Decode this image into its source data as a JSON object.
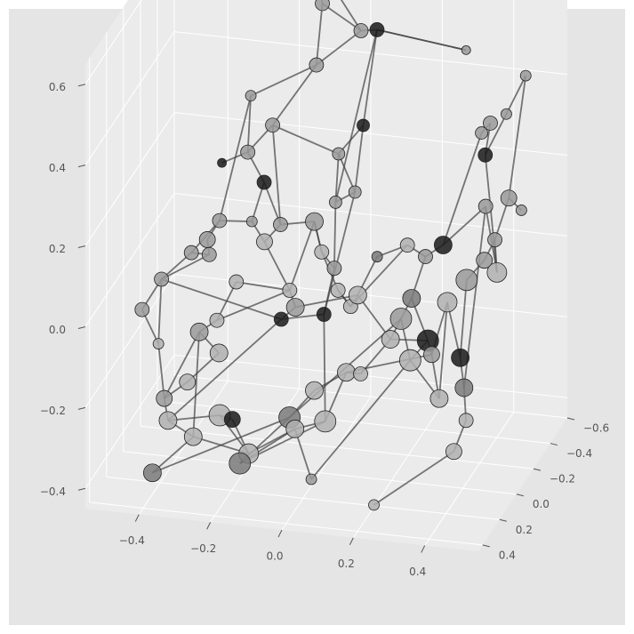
{
  "chart_data": {
    "type": "scatter",
    "projection": "3d",
    "style": "ggplot",
    "title": "",
    "xlabel": "",
    "ylabel": "",
    "zlabel": "",
    "xlim": [
      -0.55,
      0.55
    ],
    "ylim": [
      -0.6,
      0.45
    ],
    "zlim": [
      -0.45,
      0.65
    ],
    "grid": true,
    "x_ticks": [
      "−0.4",
      "−0.2",
      "0.0",
      "0.2",
      "0.4"
    ],
    "y_ticks": [
      "−0.6",
      "−0.4",
      "−0.2",
      "0.0",
      "0.2",
      "0.4"
    ],
    "z_ticks": [
      "−0.4",
      "−0.2",
      "0.0",
      "0.2",
      "0.4",
      "0.6"
    ],
    "colors": {
      "background": "#e5e5e5",
      "pane": "#ebebeb",
      "grid": "#ffffff",
      "tick": "#555555",
      "edge": "#404040"
    },
    "node_shades": [
      "#1a1a1a",
      "#555555",
      "#7a7a7a",
      "#9a9a9a",
      "#b0b0b0"
    ],
    "nodes": [
      {
        "x": -0.18,
        "y": -0.5,
        "z": 0.64,
        "shade": 3,
        "size": 8
      },
      {
        "x": -0.14,
        "y": -0.52,
        "z": 0.66,
        "shade": 3,
        "size": 9
      },
      {
        "x": -0.12,
        "y": -0.51,
        "z": 0.63,
        "shade": 3,
        "size": 7
      },
      {
        "x": -0.1,
        "y": -0.45,
        "z": 0.56,
        "shade": 3,
        "size": 8
      },
      {
        "x": 0.02,
        "y": -0.4,
        "z": 0.52,
        "shade": 3,
        "size": 8
      },
      {
        "x": 0.06,
        "y": -0.42,
        "z": 0.52,
        "shade": 0,
        "size": 8
      },
      {
        "x": 0.3,
        "y": -0.46,
        "z": 0.48,
        "shade": 3,
        "size": 5
      },
      {
        "x": -0.1,
        "y": -0.38,
        "z": 0.43,
        "shade": 3,
        "size": 8
      },
      {
        "x": 0.05,
        "y": -0.3,
        "z": 0.32,
        "shade": 0,
        "size": 7
      },
      {
        "x": -0.26,
        "y": -0.28,
        "z": 0.37,
        "shade": 3,
        "size": 6
      },
      {
        "x": -0.18,
        "y": -0.2,
        "z": 0.33,
        "shade": 3,
        "size": 8
      },
      {
        "x": 0.0,
        "y": -0.22,
        "z": 0.27,
        "shade": 3,
        "size": 7
      },
      {
        "x": -0.31,
        "y": -0.15,
        "z": 0.24,
        "shade": 0,
        "size": 5
      },
      {
        "x": -0.24,
        "y": -0.16,
        "z": 0.27,
        "shade": 3,
        "size": 8
      },
      {
        "x": -0.18,
        "y": -0.1,
        "z": 0.22,
        "shade": 0,
        "size": 8
      },
      {
        "x": 0.02,
        "y": -0.1,
        "z": 0.19,
        "shade": 3,
        "size": 7
      },
      {
        "x": 0.06,
        "y": -0.16,
        "z": 0.2,
        "shade": 3,
        "size": 7
      },
      {
        "x": -0.12,
        "y": -0.04,
        "z": 0.14,
        "shade": 3,
        "size": 8
      },
      {
        "x": -0.03,
        "y": -0.06,
        "z": 0.15,
        "shade": 3,
        "size": 10
      },
      {
        "x": -0.3,
        "y": -0.08,
        "z": 0.12,
        "shade": 3,
        "size": 8
      },
      {
        "x": -0.32,
        "y": -0.02,
        "z": 0.09,
        "shade": 3,
        "size": 9
      },
      {
        "x": -0.31,
        "y": 0.0,
        "z": 0.06,
        "shade": 3,
        "size": 8
      },
      {
        "x": -0.2,
        "y": -0.04,
        "z": 0.14,
        "shade": 3,
        "size": 6
      },
      {
        "x": -0.16,
        "y": -0.02,
        "z": 0.1,
        "shade": 4,
        "size": 9
      },
      {
        "x": 0.0,
        "y": -0.02,
        "z": 0.09,
        "shade": 4,
        "size": 8
      },
      {
        "x": 0.04,
        "y": 0.0,
        "z": 0.06,
        "shade": 3,
        "size": 8
      },
      {
        "x": -0.08,
        "y": 0.02,
        "z": 0.0,
        "shade": 4,
        "size": 8
      },
      {
        "x": -0.22,
        "y": 0.06,
        "z": 0.02,
        "shade": 4,
        "size": 8
      },
      {
        "x": -0.05,
        "y": 0.08,
        "z": -0.02,
        "shade": 3,
        "size": 10
      },
      {
        "x": 0.06,
        "y": 0.04,
        "z": 0.02,
        "shade": 4,
        "size": 8
      },
      {
        "x": 0.03,
        "y": 0.08,
        "z": -0.03,
        "shade": 0,
        "size": 8
      },
      {
        "x": 0.1,
        "y": 0.06,
        "z": -0.01,
        "shade": 4,
        "size": 8
      },
      {
        "x": -0.36,
        "y": 0.0,
        "z": 0.06,
        "shade": 3,
        "size": 8
      },
      {
        "x": -0.08,
        "y": 0.12,
        "z": -0.04,
        "shade": 0,
        "size": 8
      },
      {
        "x": -0.26,
        "y": 0.12,
        "z": -0.06,
        "shade": 4,
        "size": 8
      },
      {
        "x": -0.42,
        "y": 0.1,
        "z": 0.02,
        "shade": 3,
        "size": 8
      },
      {
        "x": -0.3,
        "y": 0.16,
        "z": -0.08,
        "shade": 3,
        "size": 10
      },
      {
        "x": -0.24,
        "y": 0.18,
        "z": -0.12,
        "shade": 4,
        "size": 10
      },
      {
        "x": -0.46,
        "y": 0.16,
        "z": -0.04,
        "shade": 3,
        "size": 8
      },
      {
        "x": -0.4,
        "y": 0.22,
        "z": -0.1,
        "shade": 4,
        "size": 6
      },
      {
        "x": -0.3,
        "y": 0.3,
        "z": -0.16,
        "shade": 4,
        "size": 9
      },
      {
        "x": -0.36,
        "y": 0.32,
        "z": -0.2,
        "shade": 3,
        "size": 9
      },
      {
        "x": -0.34,
        "y": 0.36,
        "z": -0.24,
        "shade": 4,
        "size": 10
      },
      {
        "x": -0.2,
        "y": 0.34,
        "z": -0.22,
        "shade": 4,
        "size": 12
      },
      {
        "x": -0.26,
        "y": 0.4,
        "z": -0.26,
        "shade": 4,
        "size": 10
      },
      {
        "x": -0.16,
        "y": 0.36,
        "z": -0.22,
        "shade": 0,
        "size": 9
      },
      {
        "x": -0.1,
        "y": 0.42,
        "z": -0.28,
        "shade": 4,
        "size": 11
      },
      {
        "x": -0.12,
        "y": 0.44,
        "z": -0.3,
        "shade": 2,
        "size": 12
      },
      {
        "x": -0.36,
        "y": 0.46,
        "z": -0.34,
        "shade": 2,
        "size": 10
      },
      {
        "x": 0.0,
        "y": 0.36,
        "z": -0.2,
        "shade": 2,
        "size": 12
      },
      {
        "x": 0.02,
        "y": 0.38,
        "z": -0.22,
        "shade": 4,
        "size": 10
      },
      {
        "x": 0.06,
        "y": 0.32,
        "z": -0.14,
        "shade": 4,
        "size": 10
      },
      {
        "x": 0.1,
        "y": 0.36,
        "z": -0.2,
        "shade": 4,
        "size": 12
      },
      {
        "x": 0.14,
        "y": 0.28,
        "z": -0.1,
        "shade": 4,
        "size": 10
      },
      {
        "x": 0.18,
        "y": 0.28,
        "z": -0.1,
        "shade": 4,
        "size": 8
      },
      {
        "x": 0.24,
        "y": 0.18,
        "z": -0.04,
        "shade": 4,
        "size": 10
      },
      {
        "x": 0.26,
        "y": 0.14,
        "z": 0.0,
        "shade": 3,
        "size": 12
      },
      {
        "x": 0.28,
        "y": 0.1,
        "z": 0.04,
        "shade": 2,
        "size": 10
      },
      {
        "x": 0.3,
        "y": 0.2,
        "z": -0.08,
        "shade": 4,
        "size": 12
      },
      {
        "x": 0.34,
        "y": 0.16,
        "z": -0.04,
        "shade": 0,
        "size": 12
      },
      {
        "x": 0.36,
        "y": 0.2,
        "z": -0.06,
        "shade": 3,
        "size": 9
      },
      {
        "x": 0.4,
        "y": 0.28,
        "z": -0.14,
        "shade": 4,
        "size": 10
      },
      {
        "x": 0.38,
        "y": 0.1,
        "z": 0.04,
        "shade": 4,
        "size": 11
      },
      {
        "x": 0.44,
        "y": 0.2,
        "z": -0.06,
        "shade": 0,
        "size": 10
      },
      {
        "x": 0.46,
        "y": 0.24,
        "z": -0.12,
        "shade": 2,
        "size": 10
      },
      {
        "x": 0.48,
        "y": 0.3,
        "z": -0.18,
        "shade": 4,
        "size": 8
      },
      {
        "x": 0.46,
        "y": 0.36,
        "z": -0.24,
        "shade": 4,
        "size": 9
      },
      {
        "x": 0.26,
        "y": 0.46,
        "z": -0.36,
        "shade": 4,
        "size": 6
      },
      {
        "x": 0.42,
        "y": 0.04,
        "z": 0.08,
        "shade": 3,
        "size": 12
      },
      {
        "x": 0.46,
        "y": 0.0,
        "z": 0.12,
        "shade": 3,
        "size": 9
      },
      {
        "x": 0.48,
        "y": -0.04,
        "z": 0.16,
        "shade": 3,
        "size": 8
      },
      {
        "x": 0.5,
        "y": 0.02,
        "z": 0.1,
        "shade": 4,
        "size": 11
      },
      {
        "x": 0.44,
        "y": -0.1,
        "z": 0.22,
        "shade": 3,
        "size": 8
      },
      {
        "x": 0.34,
        "y": -0.02,
        "z": 0.14,
        "shade": 0,
        "size": 10
      },
      {
        "x": 0.3,
        "y": 0.02,
        "z": 0.12,
        "shade": 3,
        "size": 8
      },
      {
        "x": 0.24,
        "y": -0.02,
        "z": 0.13,
        "shade": 4,
        "size": 8
      },
      {
        "x": 0.16,
        "y": 0.0,
        "z": 0.1,
        "shade": 2,
        "size": 6
      },
      {
        "x": 0.12,
        "y": 0.06,
        "z": 0.02,
        "shade": 4,
        "size": 10
      },
      {
        "x": 0.4,
        "y": -0.22,
        "z": 0.36,
        "shade": 3,
        "size": 7
      },
      {
        "x": 0.42,
        "y": -0.24,
        "z": 0.38,
        "shade": 3,
        "size": 8
      },
      {
        "x": 0.42,
        "y": -0.18,
        "z": 0.32,
        "shade": 0,
        "size": 8
      },
      {
        "x": 0.46,
        "y": -0.26,
        "z": 0.4,
        "shade": 3,
        "size": 6
      },
      {
        "x": 0.5,
        "y": -0.32,
        "z": 0.48,
        "shade": 3,
        "size": 6
      },
      {
        "x": 0.5,
        "y": -0.12,
        "z": 0.24,
        "shade": 3,
        "size": 9
      },
      {
        "x": 0.54,
        "y": -0.1,
        "z": 0.22,
        "shade": 3,
        "size": 6
      },
      {
        "x": 0.08,
        "y": 0.44,
        "z": -0.32,
        "shade": 3,
        "size": 6
      }
    ],
    "edges": [
      [
        0,
        1
      ],
      [
        1,
        2
      ],
      [
        1,
        3
      ],
      [
        2,
        4
      ],
      [
        3,
        4
      ],
      [
        4,
        5
      ],
      [
        5,
        6
      ],
      [
        3,
        7
      ],
      [
        4,
        7
      ],
      [
        5,
        8
      ],
      [
        7,
        9
      ],
      [
        7,
        10
      ],
      [
        8,
        11
      ],
      [
        8,
        16
      ],
      [
        9,
        13
      ],
      [
        10,
        11
      ],
      [
        10,
        13
      ],
      [
        12,
        13
      ],
      [
        13,
        14
      ],
      [
        14,
        17
      ],
      [
        11,
        15
      ],
      [
        11,
        16
      ],
      [
        15,
        16
      ],
      [
        14,
        22
      ],
      [
        17,
        18
      ],
      [
        17,
        23
      ],
      [
        18,
        24
      ],
      [
        19,
        20
      ],
      [
        20,
        21
      ],
      [
        21,
        32
      ],
      [
        19,
        22
      ],
      [
        22,
        23
      ],
      [
        23,
        26
      ],
      [
        24,
        25
      ],
      [
        24,
        29
      ],
      [
        25,
        30
      ],
      [
        26,
        28
      ],
      [
        26,
        27
      ],
      [
        27,
        34
      ],
      [
        28,
        33
      ],
      [
        29,
        31
      ],
      [
        30,
        33
      ],
      [
        31,
        77
      ],
      [
        32,
        35
      ],
      [
        34,
        36
      ],
      [
        35,
        38
      ],
      [
        35,
        39
      ],
      [
        36,
        37
      ],
      [
        36,
        41
      ],
      [
        37,
        40
      ],
      [
        38,
        39
      ],
      [
        39,
        41
      ],
      [
        40,
        41
      ],
      [
        41,
        42
      ],
      [
        42,
        43
      ],
      [
        42,
        44
      ],
      [
        43,
        46
      ],
      [
        44,
        46
      ],
      [
        44,
        48
      ],
      [
        45,
        46
      ],
      [
        46,
        47
      ],
      [
        47,
        49
      ],
      [
        47,
        50
      ],
      [
        49,
        51
      ],
      [
        50,
        52
      ],
      [
        51,
        53
      ],
      [
        52,
        53
      ],
      [
        53,
        54
      ],
      [
        54,
        55
      ],
      [
        55,
        56
      ],
      [
        56,
        57
      ],
      [
        56,
        58
      ],
      [
        57,
        59
      ],
      [
        58,
        59
      ],
      [
        59,
        60
      ],
      [
        60,
        61
      ],
      [
        61,
        62
      ],
      [
        62,
        63
      ],
      [
        63,
        64
      ],
      [
        64,
        65
      ],
      [
        65,
        66
      ],
      [
        66,
        67
      ],
      [
        63,
        68
      ],
      [
        68,
        69
      ],
      [
        69,
        70
      ],
      [
        70,
        71
      ],
      [
        71,
        72
      ],
      [
        72,
        73
      ],
      [
        73,
        74
      ],
      [
        74,
        75
      ],
      [
        75,
        76
      ],
      [
        76,
        77
      ],
      [
        77,
        55
      ],
      [
        73,
        78
      ],
      [
        78,
        79
      ],
      [
        79,
        80
      ],
      [
        80,
        81
      ],
      [
        81,
        82
      ],
      [
        82,
        83
      ],
      [
        83,
        84
      ],
      [
        80,
        71
      ],
      [
        70,
        83
      ],
      [
        53,
        60
      ],
      [
        55,
        59
      ],
      [
        57,
        74
      ],
      [
        49,
        56
      ],
      [
        46,
        50
      ],
      [
        47,
        52
      ],
      [
        43,
        45
      ],
      [
        28,
        77
      ],
      [
        29,
        31
      ],
      [
        24,
        18
      ],
      [
        15,
        25
      ],
      [
        16,
        30
      ],
      [
        10,
        17
      ],
      [
        9,
        19
      ],
      [
        19,
        32
      ],
      [
        33,
        35
      ],
      [
        33,
        42
      ],
      [
        26,
        34
      ],
      [
        36,
        44
      ],
      [
        21,
        35
      ],
      [
        48,
        49
      ],
      [
        50,
        85
      ],
      [
        85,
        58
      ],
      [
        60,
        62
      ],
      [
        64,
        72
      ],
      [
        61,
        58
      ],
      [
        30,
        52
      ],
      [
        31,
        75
      ],
      [
        18,
        26
      ],
      [
        5,
        15
      ],
      [
        6,
        5
      ]
    ]
  }
}
